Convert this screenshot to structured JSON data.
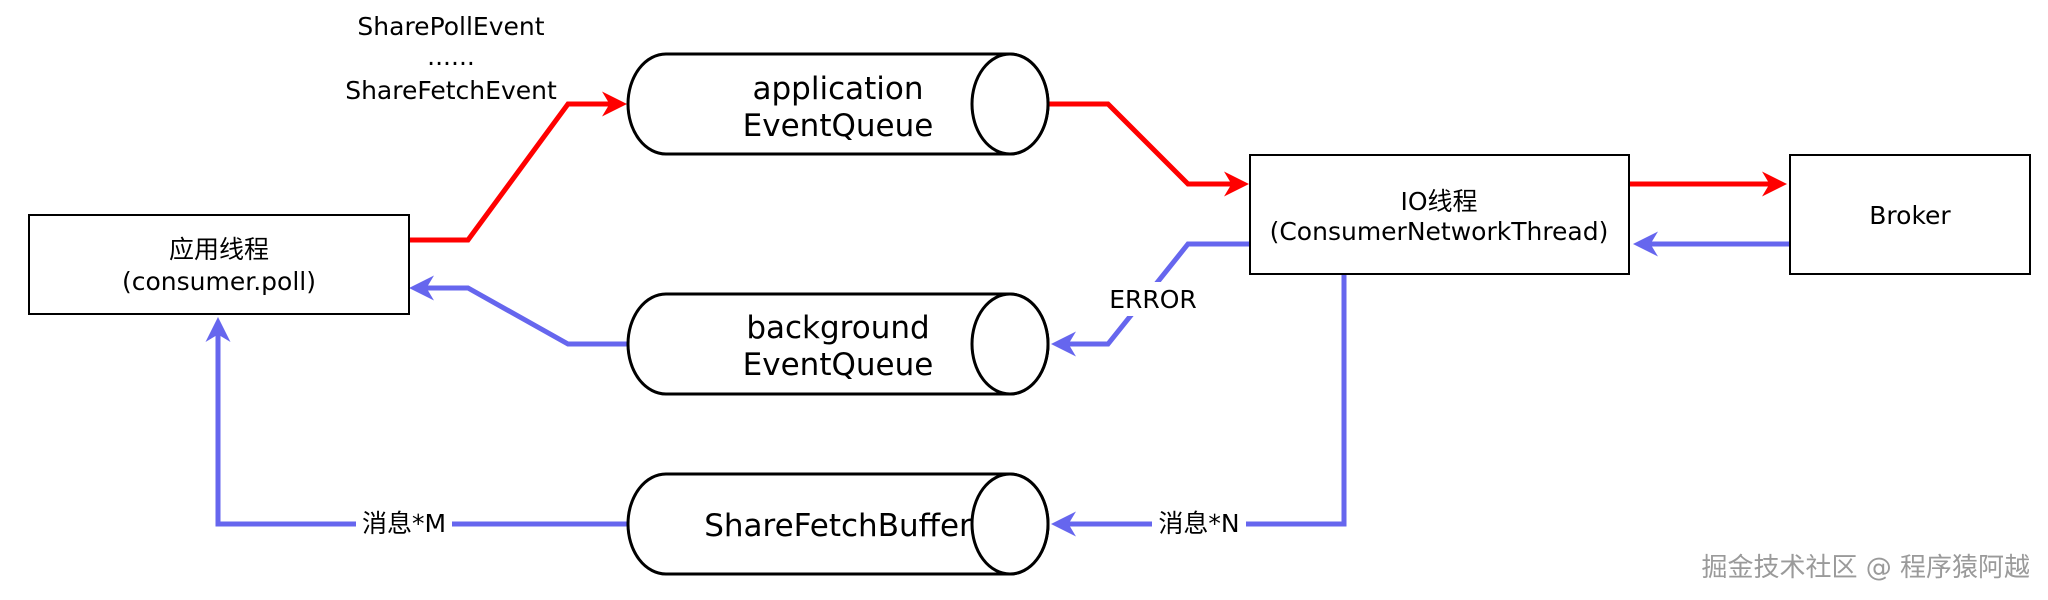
{
  "nodes": {
    "app_thread": {
      "line1": "应用线程",
      "line2": "(consumer.poll)"
    },
    "io_thread": {
      "line1": "IO线程",
      "line2": "(ConsumerNetworkThread)"
    },
    "broker": {
      "label": "Broker"
    },
    "application_queue": {
      "line1": "application",
      "line2": "EventQueue"
    },
    "background_queue": {
      "line1": "background",
      "line2": "EventQueue"
    },
    "share_fetch_buffer": {
      "label": "ShareFetchBuffer"
    }
  },
  "edge_labels": {
    "events": {
      "line1": "SharePollEvent",
      "line2": "......",
      "line3": "ShareFetchEvent"
    },
    "error": "ERROR",
    "messages_n": "消息*N",
    "messages_m": "消息*M"
  },
  "watermark": "掘金技术社区 @ 程序猿阿越",
  "colors": {
    "request_flow": "#ff0000",
    "response_flow": "#6666ee",
    "stroke": "#000000"
  }
}
